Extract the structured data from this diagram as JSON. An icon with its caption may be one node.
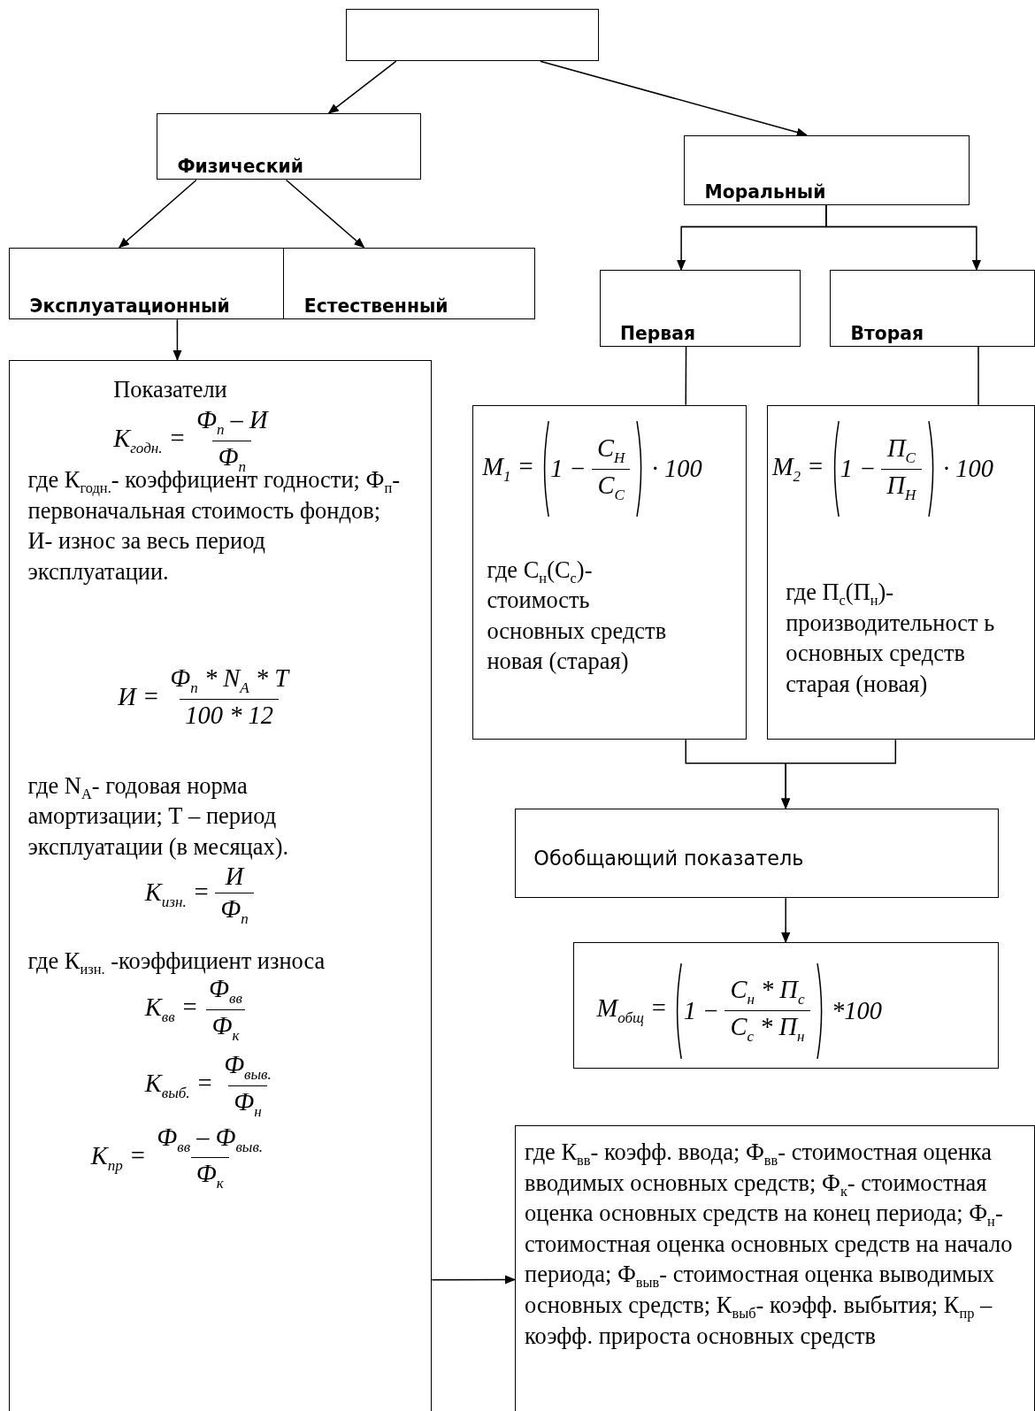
{
  "diagram": {
    "nodes": [
      {
        "text": [],
        "shape": "box"
      },
      {
        "text": [
          "Физический"
        ]
      },
      {
        "text": [
          "Моральный"
        ]
      },
      {
        "text": [
          "Эксплуатационный"
        ]
      },
      {
        "text": [
          "Естественный"
        ]
      },
      {
        "text": [
          "Первая"
        ]
      },
      {
        "text": [
          "Вторая"
        ]
      },
      {
        "text": [
          "Показатели",
          "K$_{годн.}$ =",
          "Ф$_{п}$ – И",
          "Ф$_{п}$",
          "где К$_{годн.}$- коэффициент годности; Ф$_{п}$- первоначальная стоимость фондов; И- износ за весь период эксплуатации.",
          "И =",
          "Ф$_{п}$ * N$_{A}$ * T",
          "100 * 12",
          "где N$_{A}$- годовая норма амортизации; Т – период эксплуатации (в месяцах).",
          "K$_{изн.}$ =",
          "И",
          "Ф$_{п}$",
          "где К$_{изн.}$ -коэффициент износа",
          "K$_{вв}$ =",
          "Ф$_{вв}$",
          "Ф$_{к}$",
          "K$_{выб.}$ =",
          "Ф$_{выв.}$",
          "Ф$_{н}$",
          "K$_{пр}$ =",
          "Ф$_{вв}$ – Ф$_{выв.}$",
          "Ф$_{к}$"
        ]
      },
      {
        "text": [
          "M$_{1}$ =",
          "1 −",
          "C$_{Н}$",
          "C$_{С}$",
          "· 100",
          "где С$_{н}$(С$_{с}$)- стоимость основных средств новая (старая)"
        ]
      },
      {
        "text": [
          "M$_{2}$ =",
          "1 −",
          "П$_{С}$",
          "П$_{Н}$",
          "· 100",
          "где П$_{с}$(П$_{н}$)- производительност ь основных средств старая (новая)"
        ]
      },
      {
        "text": [
          "Обобщающий показатель"
        ]
      },
      {
        "text": [
          "M$_{общ}$ =",
          "1 −",
          "C$_{н}$ * П$_{с}$",
          "C$_{с}$ * П$_{н}$",
          "*100"
        ]
      },
      {
        "text": [
          "где К$_{вв}$- коэфф. ввода; Ф$_{вв}$- стоимостная оценка вводимых основных средств; Ф$_{к}$- стоимостная оценка основных средств на конец периода; Ф$_{н}$- стоимостная оценка основных средств на начало периода; Ф$_{выв}$- стоимостная оценка выводимых основных средств; К$_{выб}$- коэфф. выбытия; К$_{пр}$ – коэфф. прироста основных средств"
        ]
      }
    ],
    "edges": [
      {
        "from": 0,
        "to": 1,
        "arrow": "to"
      },
      {
        "from": 0,
        "to": 2,
        "arrow": "to"
      },
      {
        "from": 1,
        "to": 3,
        "arrow": "to"
      },
      {
        "from": 1,
        "to": 4,
        "arrow": "to"
      },
      {
        "from": 2,
        "to": 5,
        "arrow": "to"
      },
      {
        "from": 2,
        "to": 6,
        "arrow": "to"
      },
      {
        "from": 3,
        "to": 7,
        "arrow": "to"
      },
      {
        "from": 5,
        "to": 8,
        "arrow": "none"
      },
      {
        "from": 6,
        "to": 9,
        "arrow": "none"
      },
      {
        "from": 8,
        "to": 10,
        "arrow": "to"
      },
      {
        "from": 9,
        "to": 10,
        "arrow": "to"
      },
      {
        "from": 10,
        "to": 11,
        "arrow": "to"
      },
      {
        "from": 7,
        "to": 12,
        "arrow": "to"
      }
    ]
  }
}
